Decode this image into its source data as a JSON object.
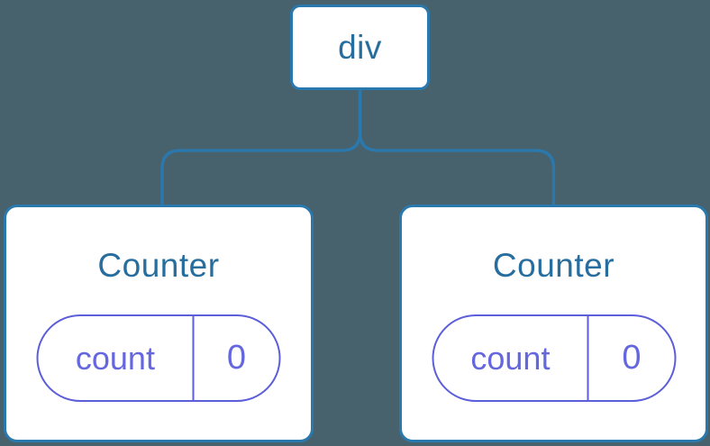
{
  "tree": {
    "root": {
      "label": "div"
    },
    "children": [
      {
        "label": "Counter",
        "state": {
          "name": "count",
          "value": "0"
        }
      },
      {
        "label": "Counter",
        "state": {
          "name": "count",
          "value": "0"
        }
      }
    ]
  },
  "colors": {
    "background": "#48626D",
    "node_fill": "#FFFFFF",
    "stroke": "#2A79AE",
    "node_text": "#276E9E",
    "state_stroke": "#5C5EDA",
    "state_text": "#6567DE"
  }
}
